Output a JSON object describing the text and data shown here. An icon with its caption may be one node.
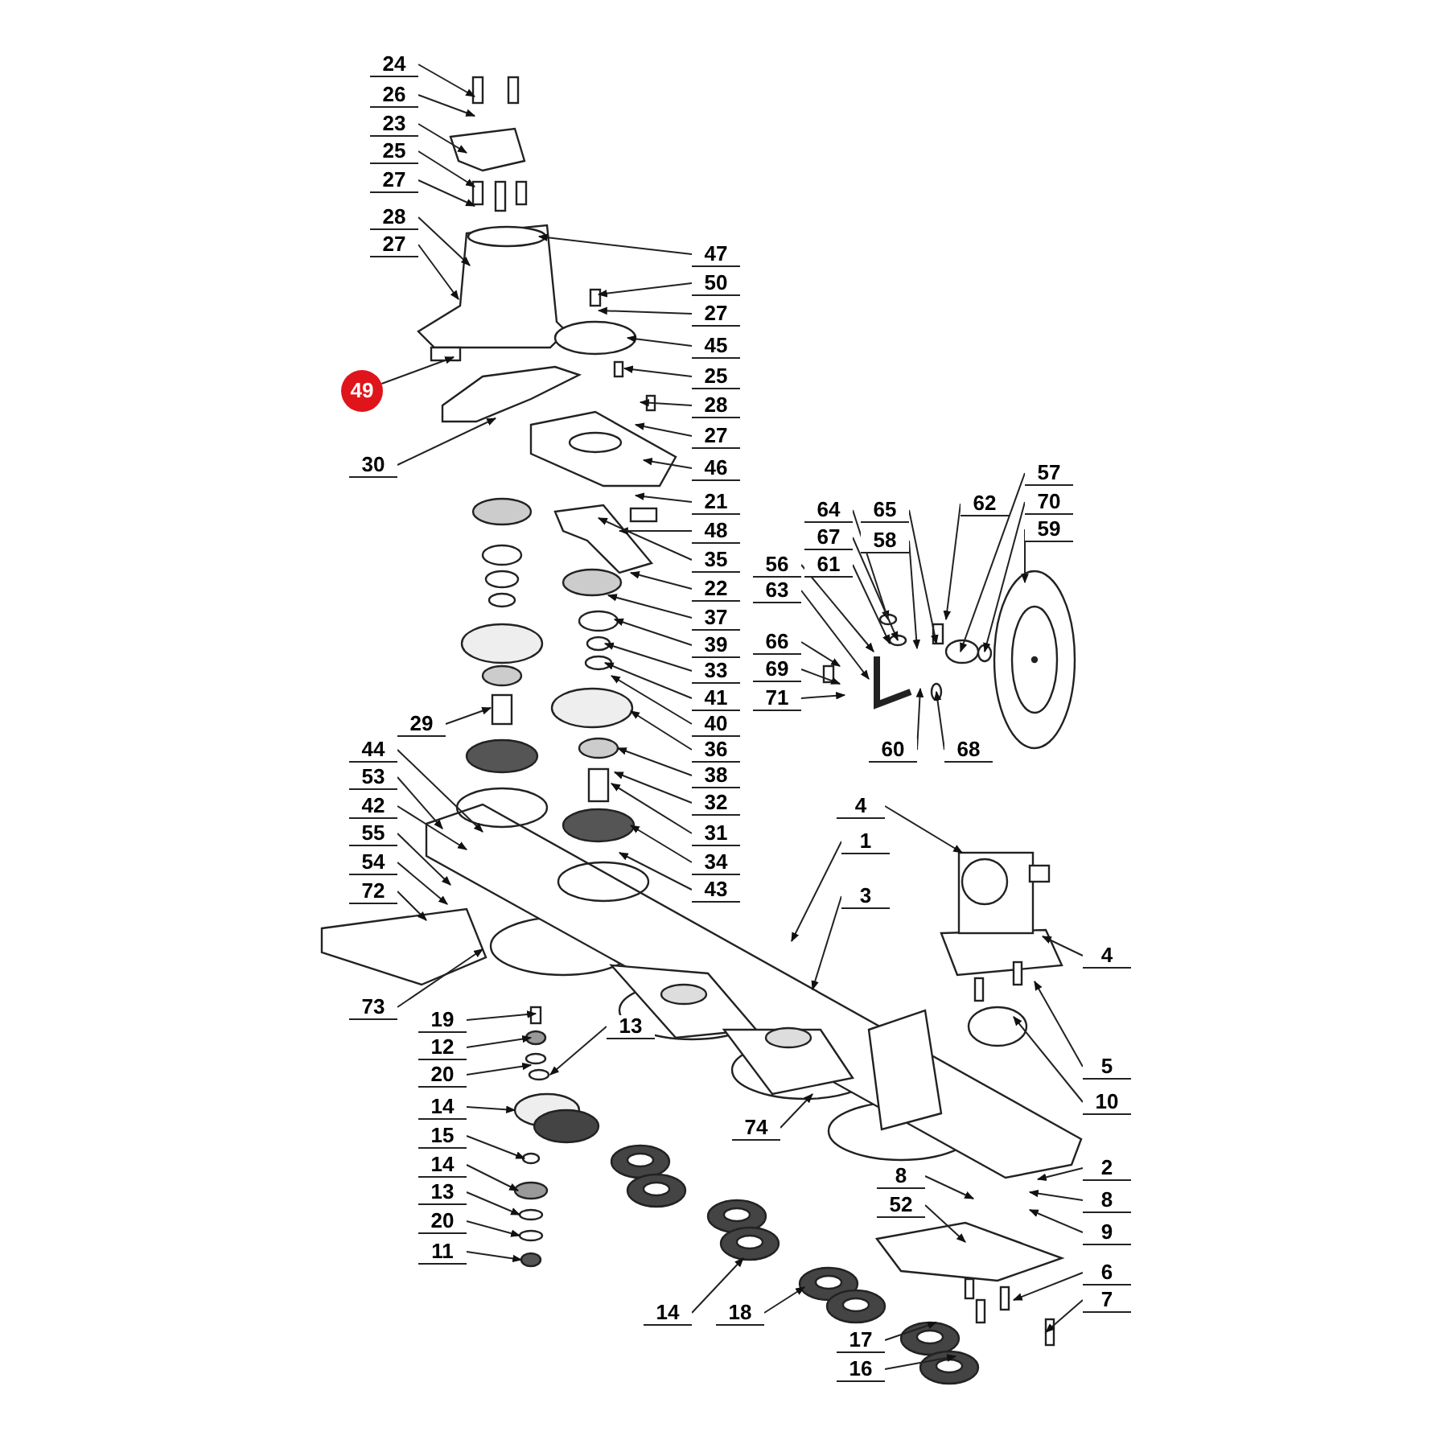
{
  "diagram": {
    "nodes": [
      {
        "text": [
          "24"
        ]
      },
      {
        "text": [
          "26"
        ]
      },
      {
        "text": [
          "23"
        ]
      },
      {
        "text": [
          "25"
        ]
      },
      {
        "text": [
          "27"
        ]
      },
      {
        "text": [
          "28"
        ]
      },
      {
        "text": [
          "27"
        ]
      },
      {
        "text": [
          "47"
        ]
      },
      {
        "text": [
          "50"
        ]
      },
      {
        "text": [
          "27"
        ]
      },
      {
        "text": [
          "45"
        ]
      },
      {
        "text": [
          "49"
        ]
      },
      {
        "text": [
          "25"
        ]
      },
      {
        "text": [
          "28"
        ]
      },
      {
        "text": [
          "27"
        ]
      },
      {
        "text": [
          "30"
        ]
      },
      {
        "text": [
          "46"
        ]
      },
      {
        "text": [
          "21"
        ]
      },
      {
        "text": [
          "48"
        ]
      },
      {
        "text": [
          "35"
        ]
      },
      {
        "text": [
          "22"
        ]
      },
      {
        "text": [
          "37"
        ]
      },
      {
        "text": [
          "39"
        ]
      },
      {
        "text": [
          "33"
        ]
      },
      {
        "text": [
          "41"
        ]
      },
      {
        "text": [
          "40"
        ]
      },
      {
        "text": [
          "36"
        ]
      },
      {
        "text": [
          "29"
        ]
      },
      {
        "text": [
          "38"
        ]
      },
      {
        "text": [
          "32"
        ]
      },
      {
        "text": [
          "44"
        ]
      },
      {
        "text": [
          "53"
        ]
      },
      {
        "text": [
          "31"
        ]
      },
      {
        "text": [
          "42"
        ]
      },
      {
        "text": [
          "34"
        ]
      },
      {
        "text": [
          "55"
        ]
      },
      {
        "text": [
          "43"
        ]
      },
      {
        "text": [
          "54"
        ]
      },
      {
        "text": [
          "72"
        ]
      },
      {
        "text": [
          "73"
        ]
      },
      {
        "text": [
          "64"
        ]
      },
      {
        "text": [
          "65"
        ]
      },
      {
        "text": [
          "62"
        ]
      },
      {
        "text": [
          "57"
        ]
      },
      {
        "text": [
          "70"
        ]
      },
      {
        "text": [
          "67"
        ]
      },
      {
        "text": [
          "58"
        ]
      },
      {
        "text": [
          "59"
        ]
      },
      {
        "text": [
          "61"
        ]
      },
      {
        "text": [
          "56"
        ]
      },
      {
        "text": [
          "63"
        ]
      },
      {
        "text": [
          "66"
        ]
      },
      {
        "text": [
          "69"
        ]
      },
      {
        "text": [
          "71"
        ]
      },
      {
        "text": [
          "60"
        ]
      },
      {
        "text": [
          "68"
        ]
      },
      {
        "text": [
          "4"
        ]
      },
      {
        "text": [
          "1"
        ]
      },
      {
        "text": [
          "3"
        ]
      },
      {
        "text": [
          "4"
        ]
      },
      {
        "text": [
          "19"
        ]
      },
      {
        "text": [
          "12"
        ]
      },
      {
        "text": [
          "13"
        ]
      },
      {
        "text": [
          "20"
        ]
      },
      {
        "text": [
          "5"
        ]
      },
      {
        "text": [
          "14"
        ]
      },
      {
        "text": [
          "10"
        ]
      },
      {
        "text": [
          "15"
        ]
      },
      {
        "text": [
          "74"
        ]
      },
      {
        "text": [
          "14"
        ]
      },
      {
        "text": [
          "2"
        ]
      },
      {
        "text": [
          "8"
        ]
      },
      {
        "text": [
          "13"
        ]
      },
      {
        "text": [
          "8"
        ]
      },
      {
        "text": [
          "52"
        ]
      },
      {
        "text": [
          "9"
        ]
      },
      {
        "text": [
          "20"
        ]
      },
      {
        "text": [
          "11"
        ]
      },
      {
        "text": [
          "6"
        ]
      },
      {
        "text": [
          "7"
        ]
      },
      {
        "text": [
          "14"
        ]
      },
      {
        "text": [
          "18"
        ]
      },
      {
        "text": [
          "17"
        ]
      },
      {
        "text": [
          "16"
        ]
      }
    ],
    "edges": [
      {
        "from": 0,
        "to": null,
        "arrow": "to"
      },
      {
        "from": 1,
        "to": null,
        "arrow": "to"
      },
      {
        "from": 2,
        "to": null,
        "arrow": "to"
      },
      {
        "from": 3,
        "to": null,
        "arrow": "to"
      },
      {
        "from": 4,
        "to": null,
        "arrow": "to"
      },
      {
        "from": 5,
        "to": null,
        "arrow": "to"
      },
      {
        "from": 6,
        "to": null,
        "arrow": "to"
      },
      {
        "from": 7,
        "to": null,
        "arrow": "to"
      },
      {
        "from": 8,
        "to": null,
        "arrow": "to"
      },
      {
        "from": 9,
        "to": null,
        "arrow": "to"
      },
      {
        "from": 10,
        "to": null,
        "arrow": "to"
      },
      {
        "from": 11,
        "to": null,
        "arrow": "to"
      },
      {
        "from": 12,
        "to": null,
        "arrow": "to"
      },
      {
        "from": 13,
        "to": null,
        "arrow": "to"
      },
      {
        "from": 14,
        "to": null,
        "arrow": "to"
      },
      {
        "from": 15,
        "to": null,
        "arrow": "to"
      },
      {
        "from": 16,
        "to": null,
        "arrow": "to"
      },
      {
        "from": 17,
        "to": null,
        "arrow": "to"
      },
      {
        "from": 18,
        "to": null,
        "arrow": "to"
      },
      {
        "from": 19,
        "to": null,
        "arrow": "to"
      },
      {
        "from": 20,
        "to": null,
        "arrow": "to"
      },
      {
        "from": 21,
        "to": null,
        "arrow": "to"
      },
      {
        "from": 22,
        "to": null,
        "arrow": "to"
      },
      {
        "from": 23,
        "to": null,
        "arrow": "to"
      },
      {
        "from": 24,
        "to": null,
        "arrow": "to"
      },
      {
        "from": 25,
        "to": null,
        "arrow": "to"
      },
      {
        "from": 26,
        "to": null,
        "arrow": "to"
      },
      {
        "from": 27,
        "to": null,
        "arrow": "to"
      },
      {
        "from": 28,
        "to": null,
        "arrow": "to"
      },
      {
        "from": 29,
        "to": null,
        "arrow": "to"
      },
      {
        "from": 30,
        "to": null,
        "arrow": "to"
      },
      {
        "from": 31,
        "to": null,
        "arrow": "to"
      },
      {
        "from": 32,
        "to": null,
        "arrow": "to"
      },
      {
        "from": 33,
        "to": null,
        "arrow": "to"
      },
      {
        "from": 34,
        "to": null,
        "arrow": "to"
      },
      {
        "from": 35,
        "to": null,
        "arrow": "to"
      },
      {
        "from": 36,
        "to": null,
        "arrow": "to"
      },
      {
        "from": 37,
        "to": null,
        "arrow": "to"
      },
      {
        "from": 38,
        "to": null,
        "arrow": "to"
      },
      {
        "from": 39,
        "to": null,
        "arrow": "to"
      },
      {
        "from": 40,
        "to": null,
        "arrow": "to"
      },
      {
        "from": 41,
        "to": null,
        "arrow": "to"
      },
      {
        "from": 42,
        "to": null,
        "arrow": "to"
      },
      {
        "from": 43,
        "to": null,
        "arrow": "to"
      },
      {
        "from": 44,
        "to": null,
        "arrow": "to"
      },
      {
        "from": 45,
        "to": null,
        "arrow": "to"
      },
      {
        "from": 46,
        "to": null,
        "arrow": "to"
      },
      {
        "from": 47,
        "to": null,
        "arrow": "to"
      },
      {
        "from": 48,
        "to": null,
        "arrow": "to"
      },
      {
        "from": 49,
        "to": null,
        "arrow": "to"
      },
      {
        "from": 50,
        "to": null,
        "arrow": "to"
      },
      {
        "from": 51,
        "to": null,
        "arrow": "to"
      },
      {
        "from": 52,
        "to": null,
        "arrow": "to"
      },
      {
        "from": 53,
        "to": null,
        "arrow": "to"
      },
      {
        "from": 54,
        "to": null,
        "arrow": "to"
      },
      {
        "from": 55,
        "to": null,
        "arrow": "to"
      },
      {
        "from": 56,
        "to": null,
        "arrow": "to"
      },
      {
        "from": 57,
        "to": null,
        "arrow": "to"
      },
      {
        "from": 58,
        "to": null,
        "arrow": "to"
      },
      {
        "from": 59,
        "to": null,
        "arrow": "to"
      },
      {
        "from": 60,
        "to": null,
        "arrow": "to"
      },
      {
        "from": 61,
        "to": null,
        "arrow": "to"
      },
      {
        "from": 62,
        "to": null,
        "arrow": "to"
      },
      {
        "from": 63,
        "to": null,
        "arrow": "to"
      },
      {
        "from": 64,
        "to": null,
        "arrow": "to"
      },
      {
        "from": 65,
        "to": null,
        "arrow": "to"
      },
      {
        "from": 66,
        "to": null,
        "arrow": "to"
      },
      {
        "from": 67,
        "to": null,
        "arrow": "to"
      },
      {
        "from": 68,
        "to": null,
        "arrow": "to"
      },
      {
        "from": 69,
        "to": null,
        "arrow": "to"
      },
      {
        "from": 70,
        "to": null,
        "arrow": "to"
      },
      {
        "from": 71,
        "to": null,
        "arrow": "to"
      },
      {
        "from": 72,
        "to": null,
        "arrow": "to"
      },
      {
        "from": 73,
        "to": null,
        "arrow": "to"
      },
      {
        "from": 74,
        "to": null,
        "arrow": "to"
      },
      {
        "from": 75,
        "to": null,
        "arrow": "to"
      },
      {
        "from": 76,
        "to": null,
        "arrow": "to"
      },
      {
        "from": 77,
        "to": null,
        "arrow": "to"
      },
      {
        "from": 78,
        "to": null,
        "arrow": "to"
      },
      {
        "from": 79,
        "to": null,
        "arrow": "to"
      },
      {
        "from": 80,
        "to": null,
        "arrow": "to"
      },
      {
        "from": 81,
        "to": null,
        "arrow": "to"
      },
      {
        "from": 82,
        "to": null,
        "arrow": "to"
      },
      {
        "from": 83,
        "to": null,
        "arrow": "to"
      }
    ]
  }
}
